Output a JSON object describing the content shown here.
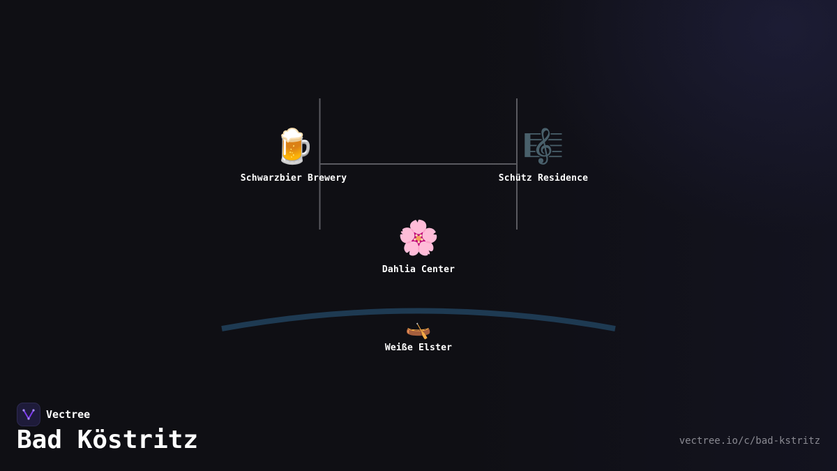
{
  "brand": {
    "name": "Vectree",
    "logo_icon": "vectree-logo-icon",
    "logo_color": "#7c3aed"
  },
  "city": {
    "title": "Bad Köstritz",
    "url": "vectree.io/c/bad-kstritz"
  },
  "diagram": {
    "nodes": [
      {
        "id": "brewery",
        "label": "Schwarzbier Brewery",
        "icon": "beer-mug-icon",
        "glyph": "🍺"
      },
      {
        "id": "residence",
        "label": "Schütz Residence",
        "icon": "music-score-icon",
        "glyph": "🎼"
      },
      {
        "id": "center",
        "label": "Dahlia Center",
        "icon": "blossom-icon",
        "glyph": "🌸"
      },
      {
        "id": "river",
        "label": "Weiße Elster",
        "icon": "canoe-icon",
        "glyph": "🛶"
      }
    ],
    "connection_color": "#5a5a60",
    "river_color": "#1e3a52"
  }
}
